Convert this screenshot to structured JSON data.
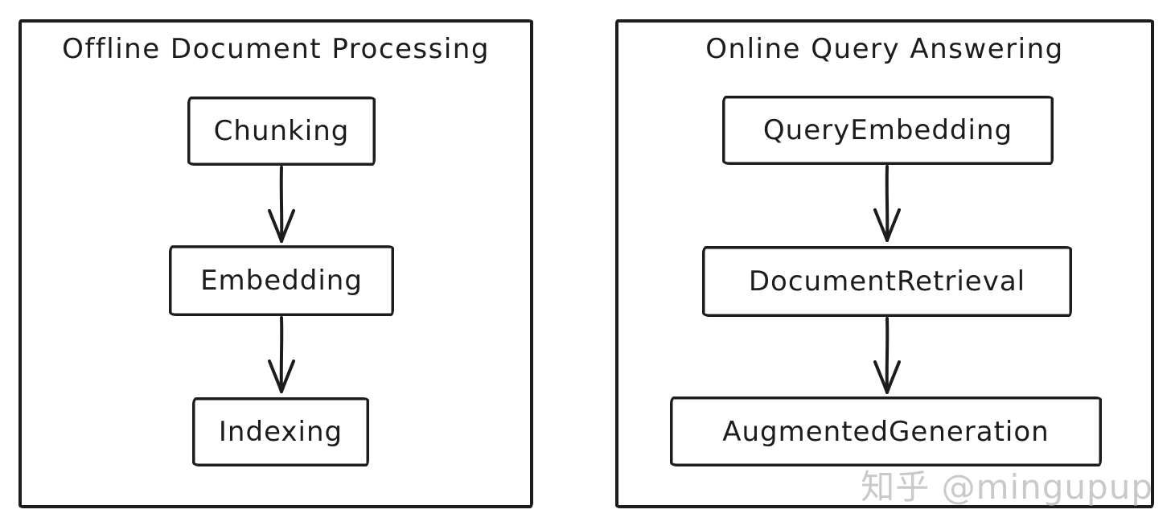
{
  "colors": {
    "ink": "#1c1c1c",
    "background": "#ffffff",
    "watermark": "#c9c9c9"
  },
  "diagram": {
    "style": "hand-drawn flowchart",
    "connector_icon": "arrow-down-icon"
  },
  "panels": [
    {
      "title": "Offline Document Processing",
      "nodes": [
        "Chunking",
        "Embedding",
        "Indexing"
      ],
      "flow": "Chunking -> Embedding -> Indexing"
    },
    {
      "title": "Online Query Answering",
      "nodes": [
        "QueryEmbedding",
        "DocumentRetrieval",
        "AugmentedGeneration"
      ],
      "flow": "QueryEmbedding -> DocumentRetrieval -> AugmentedGeneration"
    }
  ],
  "watermark": {
    "text": "知乎 @mingupup"
  }
}
